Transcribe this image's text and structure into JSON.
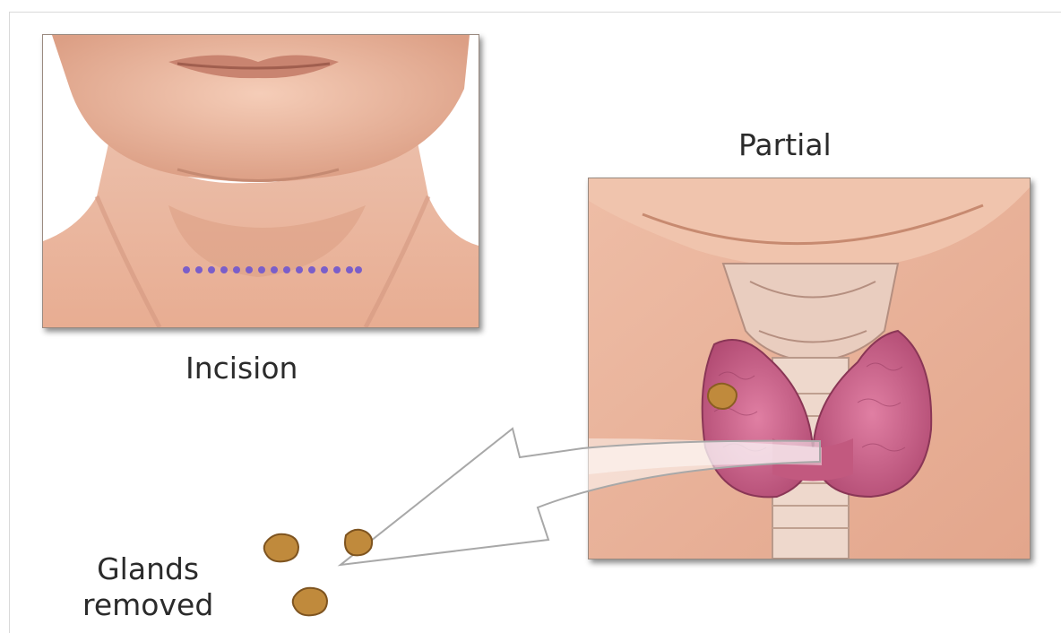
{
  "labels": {
    "incision": "Incision",
    "partial": "Partial",
    "glands_line1": "Glands",
    "glands_line2": "removed"
  },
  "colors": {
    "skin": "#f2bda4",
    "skin_shadow": "#d99a80",
    "incision_dots": "#7a5ec9",
    "gland": "#c8557a",
    "nodule": "#c08a3c"
  }
}
